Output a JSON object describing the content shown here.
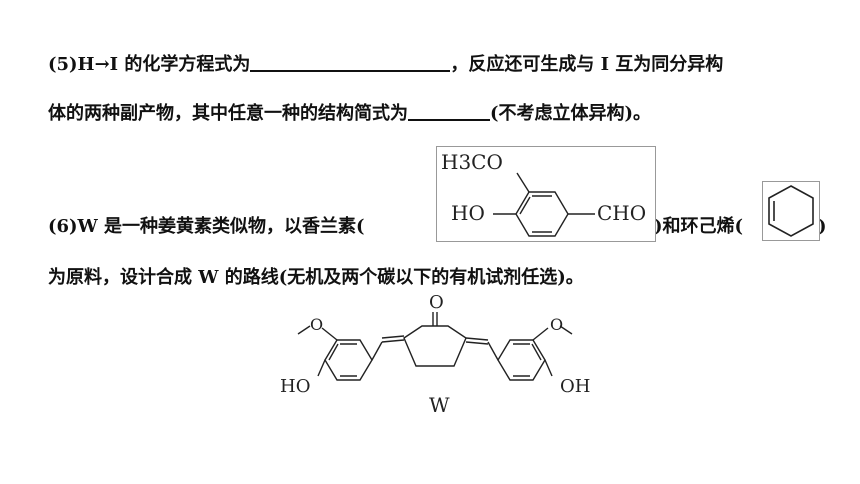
{
  "question": {
    "part5": {
      "line1_a": "(5)H→I 的化学方程式为",
      "line1_b": "，反应还可生成与 I 互为同分异构",
      "line2_a": "体的两种副产物，其中任意一种的结构简式为",
      "line2_b": "(不考虑立体异构)。"
    },
    "part6": {
      "line3_a": "(6)W  是一种姜黄素类似物，以香兰素(",
      "line3_b": ")和环己烯(",
      "line3_c": ")",
      "line4": "为原料，设计合成 W 的路线(无机及两个碳以下的有机试剂任选)。"
    }
  },
  "vanillin": {
    "methoxy_label": "H3CO",
    "hydroxy_label": "HO",
    "aldehyde_label": "CHO"
  },
  "w_structure": {
    "carbonyl_o": "O",
    "left_oh": "HO",
    "right_oh": "OH",
    "left_ome": "O",
    "right_ome": "O",
    "caption": "W"
  }
}
